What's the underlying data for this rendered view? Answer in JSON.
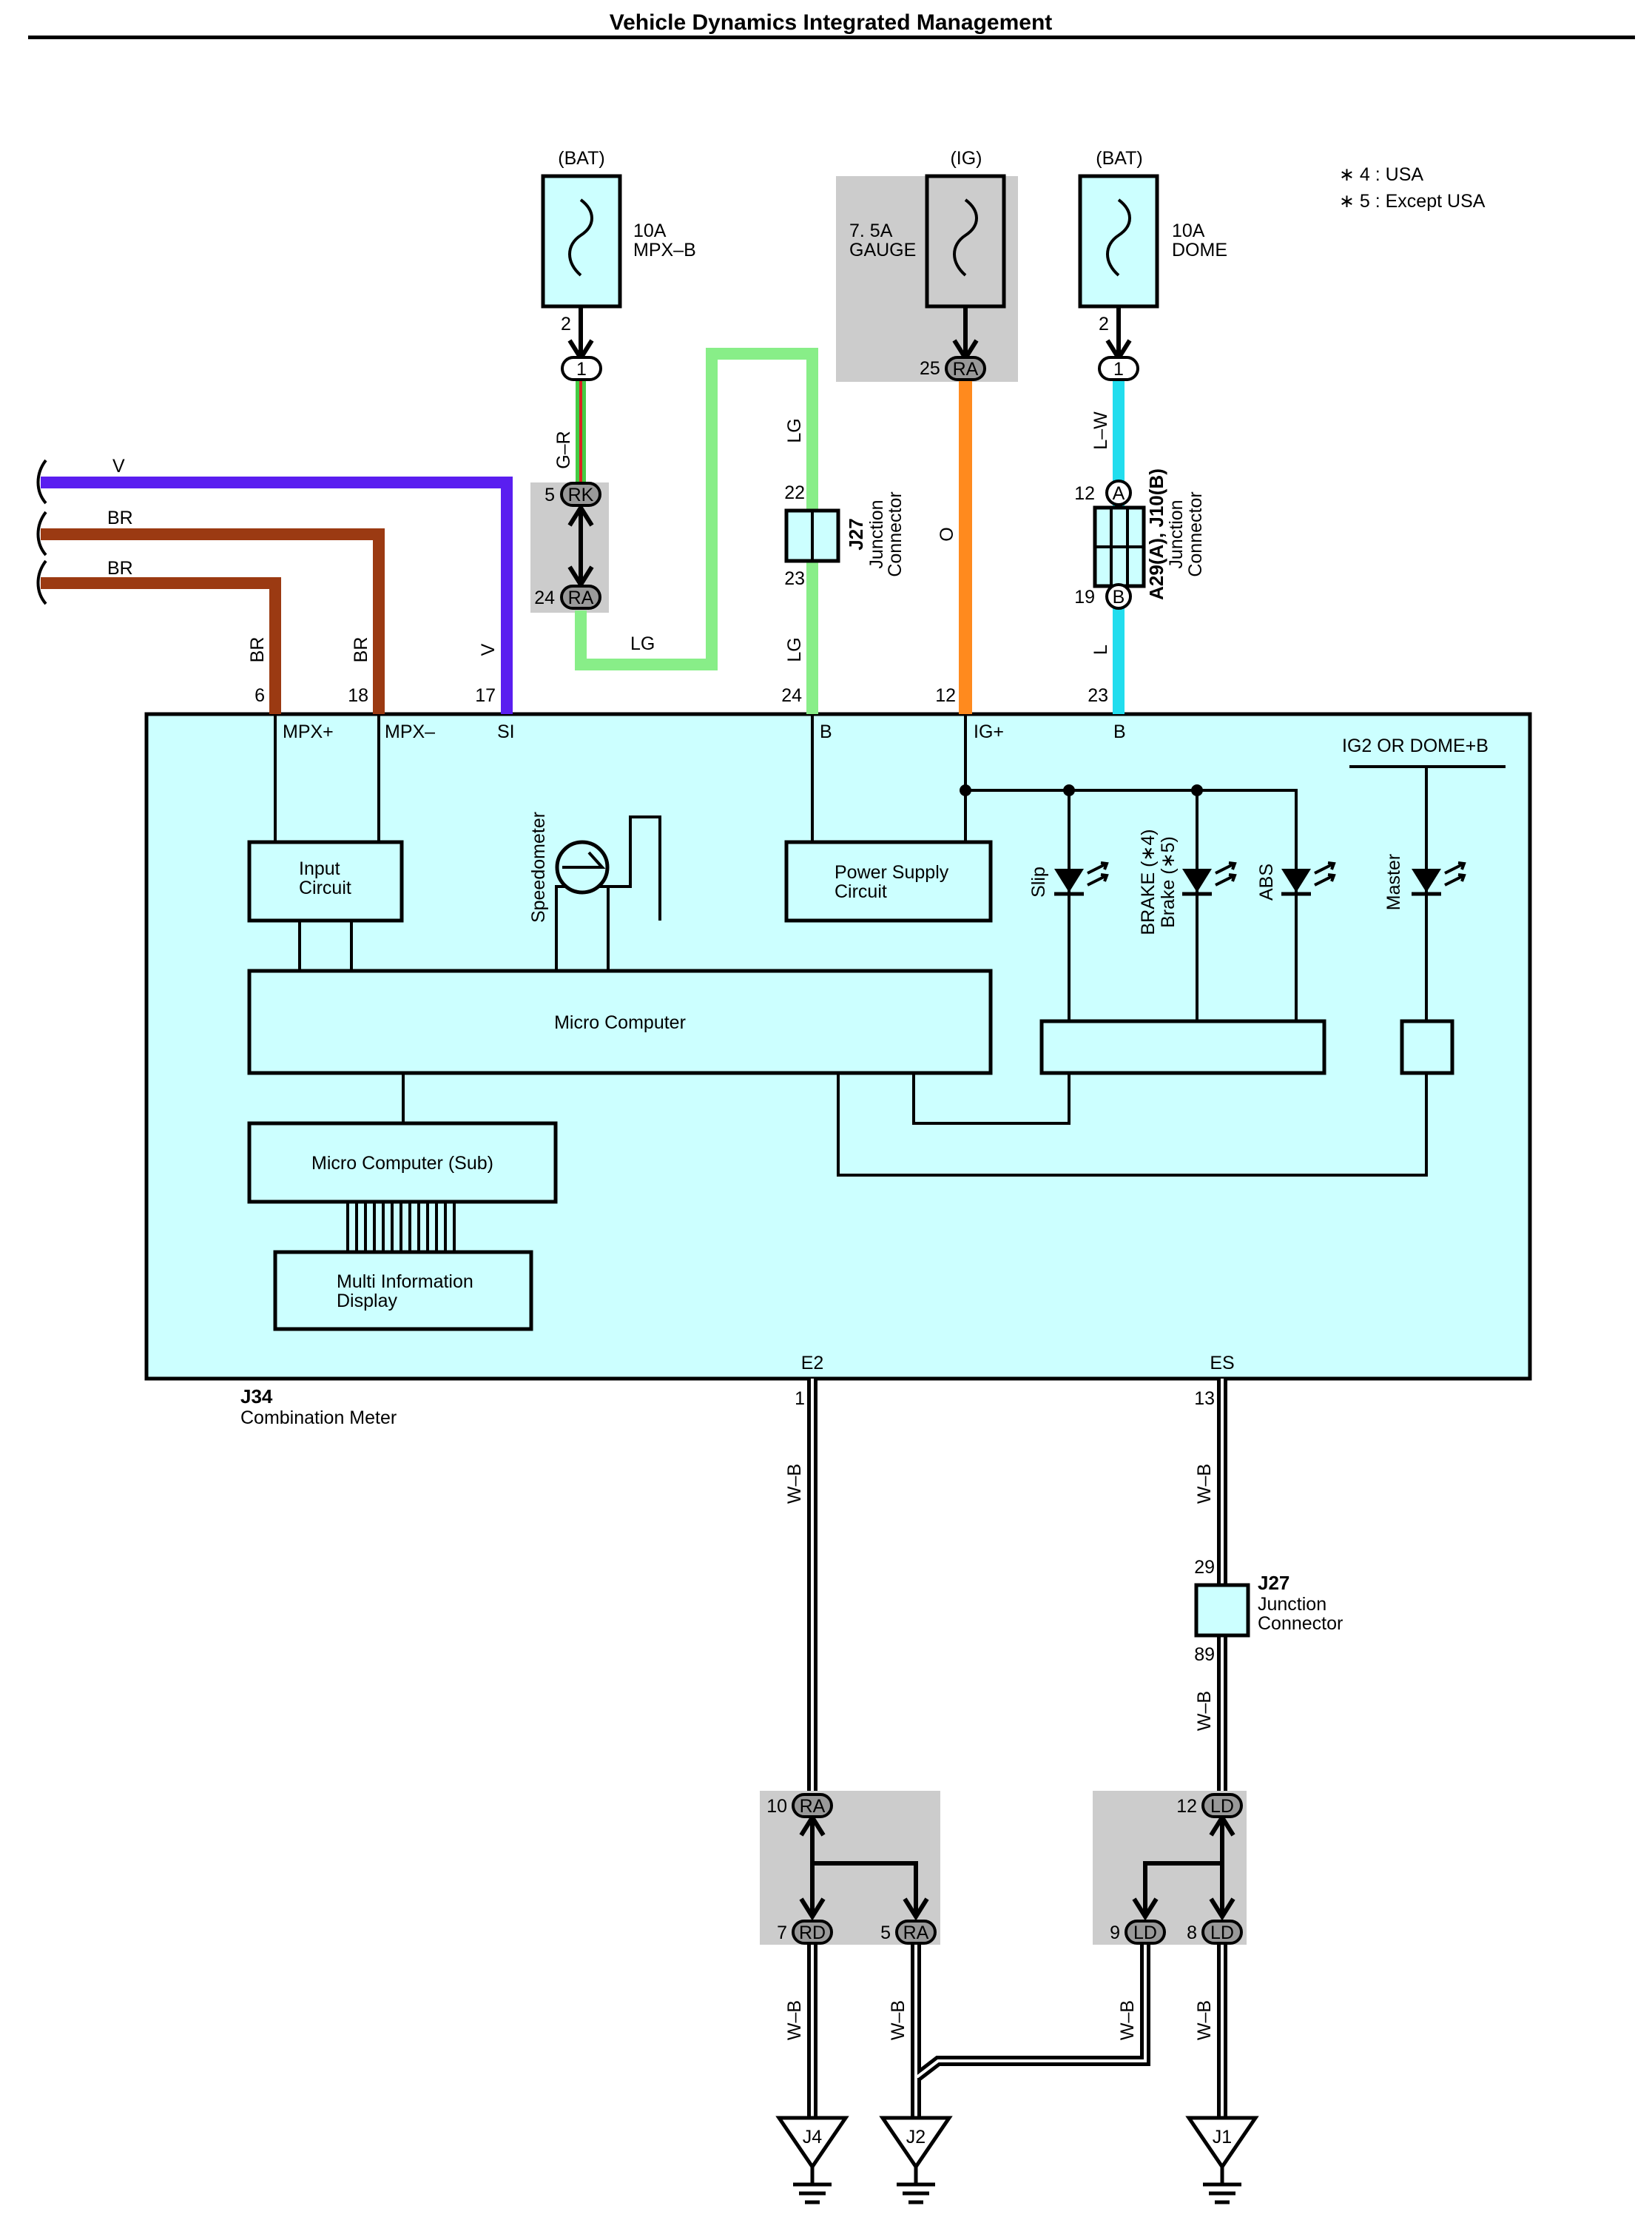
{
  "title": "Vehicle Dynamics Integrated Management",
  "notes": [
    "∗ 4 : USA",
    "∗ 5 : Except USA"
  ],
  "colors": {
    "meter_fill": "#ccffff",
    "shade": "#cccccc",
    "wire_V": "#5a1ef0",
    "wire_BR": "#9b3a12",
    "wire_LG": "#88ee88",
    "wire_O": "#ff8a1e",
    "wire_L": "#22ddee",
    "wire_GR_green": "#44cc44",
    "wire_GR_red": "#dd2222"
  },
  "fuses": [
    {
      "source": "(BAT)",
      "rating": "10A",
      "name": "MPX–B",
      "pin": "2",
      "conn": "1"
    },
    {
      "source": "(IG)",
      "rating": "7. 5A",
      "name": "GAUGE",
      "pin": "25",
      "conn": "RA"
    },
    {
      "source": "(BAT)",
      "rating": "10A",
      "name": "DOME",
      "pin": "2",
      "conn": "1"
    }
  ],
  "left_wires": [
    {
      "color": "V",
      "pin": "17",
      "term": "SI"
    },
    {
      "color": "BR",
      "pin": "18",
      "term": "MPX–"
    },
    {
      "color": "BR",
      "pin": "6",
      "term": "MPX+"
    }
  ],
  "mid_connectors": {
    "rk_pin": "5",
    "rk": "RK",
    "ra_pin": "24",
    "ra": "RA",
    "gr": "G–R",
    "lg": "LG"
  },
  "j27_top": {
    "code": "J27",
    "label1": "Junction",
    "label2": "Connector",
    "pin_a": "22",
    "pin_b": "23"
  },
  "a29": {
    "code": "A29(A), J10(B)",
    "label1": "Junction",
    "label2": "Connector",
    "pin_a": "12",
    "conn_a": "A",
    "pin_b": "19",
    "conn_b": "B",
    "lw": "L–W",
    "l": "L"
  },
  "o_wire": "O",
  "meter_pins": {
    "p24": "24",
    "b1": "B",
    "p12": "12",
    "igp": "IG+",
    "p23": "23",
    "b2": "B",
    "mpxp": "MPX+",
    "mpxm": "MPX–",
    "si": "SI"
  },
  "meter": {
    "code": "J34",
    "name": "Combination Meter",
    "input": [
      "Input",
      "Circuit"
    ],
    "speedometer": "Speedometer",
    "power": [
      "Power Supply",
      "Circuit"
    ],
    "micro": "Micro Computer",
    "micro_sub": "Micro Computer (Sub)",
    "mid": [
      "Multi Information",
      "Display"
    ],
    "ig2": "IG2 OR DOME+B",
    "slip": "Slip",
    "brake1": "BRAKE (∗4)",
    "brake2": "Brake (∗5)",
    "abs": "ABS",
    "master": "Master",
    "e2": "E2",
    "es": "ES"
  },
  "ground": {
    "pin_e2": "1",
    "pin_es": "13",
    "wb": "W–B",
    "j27": {
      "code": "J27",
      "label1": "Junction",
      "label2": "Connector",
      "pin_a": "29",
      "pin_b": "89"
    },
    "left_top": {
      "pin": "10",
      "conn": "RA"
    },
    "left_a": {
      "pin": "7",
      "conn": "RD"
    },
    "left_b": {
      "pin": "5",
      "conn": "RA"
    },
    "right_top": {
      "pin": "12",
      "conn": "LD"
    },
    "right_a": {
      "pin": "9",
      "conn": "LD"
    },
    "right_b": {
      "pin": "8",
      "conn": "LD"
    },
    "points": [
      "J4",
      "J2",
      "J1"
    ]
  }
}
